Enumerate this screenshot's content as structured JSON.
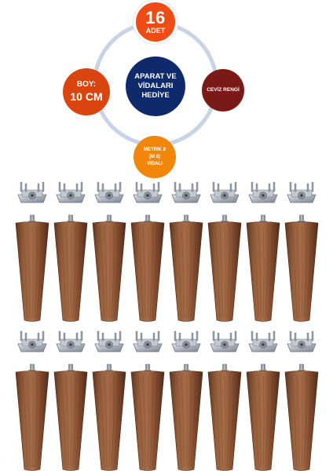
{
  "product": {
    "count_value": "16",
    "count_unit": "ADET",
    "length_label": "BOY:",
    "length_value": "10 CM",
    "gift_text": [
      "APARAT VE",
      "VİDALARI",
      "HEDİYE"
    ],
    "color_text": "CEVİZ RENGİ",
    "screw_text": [
      "METRİK 8",
      "(M 8)",
      "VİDALI"
    ]
  },
  "colors": {
    "count_bubble": "#ef4b14",
    "length_bubble": "#d9440f",
    "center_bubble": "#0f2a6b",
    "color_bubble": "#7a1a17",
    "screw_bubble": "#f2860b",
    "ring": "#c9d3e6",
    "wood": "#8a5434"
  },
  "parts": {
    "rows": 2,
    "legs_per_row": 8,
    "bracket_icon": "mounting-plate-icon",
    "leg_icon": "walnut-leg-icon"
  }
}
